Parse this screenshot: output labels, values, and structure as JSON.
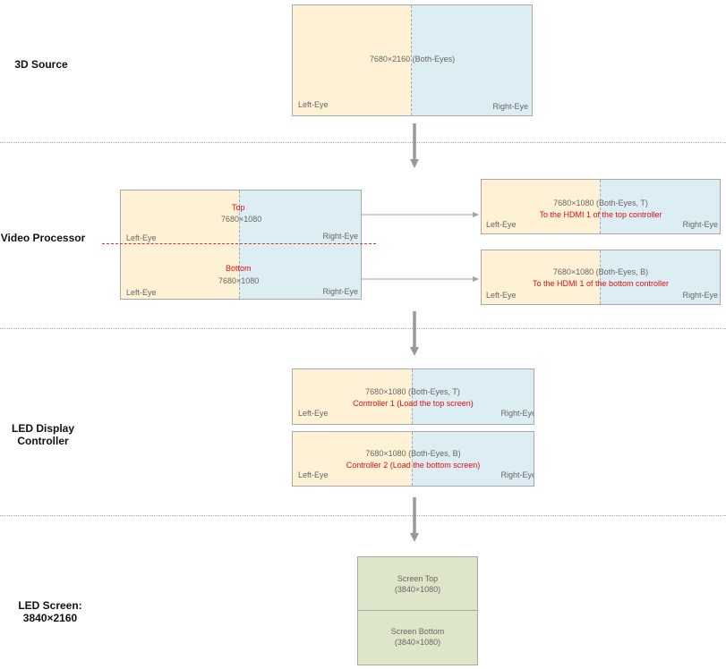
{
  "stages": {
    "source": "3D Source",
    "processor": "Video Processor",
    "controller": "LED Display\nController",
    "screen": "LED Screen:\n3840×2160"
  },
  "source_box": {
    "title": "7680×2160 (Both-Eyes)",
    "left": "Left-Eye",
    "right": "Right-Eye"
  },
  "processor_box": {
    "top_label": "Top",
    "top_res": "7680×1080",
    "bottom_label": "Bottom",
    "bottom_res": "7680×1080",
    "left_top": "Left-Eye",
    "right_top": "Right-Eye",
    "left_bottom": "Left-Eye",
    "right_bottom": "Right-Eye"
  },
  "outputs": [
    {
      "title": "7680×1080 (Both-Eyes, T)",
      "note": "To the HDMI 1 of the top controller",
      "left": "Left-Eye",
      "right": "Right-Eye"
    },
    {
      "title": "7680×1080 (Both-Eyes, B)",
      "note": "To the HDMI 1 of the bottom controller",
      "left": "Left-Eye",
      "right": "Right-Eye"
    }
  ],
  "controllers": [
    {
      "title": "7680×1080 (Both-Eyes, T)",
      "note": "Controller 1 (Load the top screen)",
      "left": "Left-Eye",
      "right": "Right-Eye"
    },
    {
      "title": "7680×1080 (Both-Eyes, B)",
      "note": "Controller 2 (Load the bottom screen)",
      "left": "Left-Eye",
      "right": "Right-Eye"
    }
  ],
  "screen": {
    "top_label": "Screen Top",
    "top_res": "(3840×1080)",
    "bottom_label": "Screen Bottom",
    "bottom_res": "(3840×1080)"
  },
  "colors": {
    "left_eye": "#fef1d6",
    "right_eye": "#dcedf3",
    "screen": "#dde6c9",
    "note": "#e01010",
    "arrow": "#999999"
  }
}
